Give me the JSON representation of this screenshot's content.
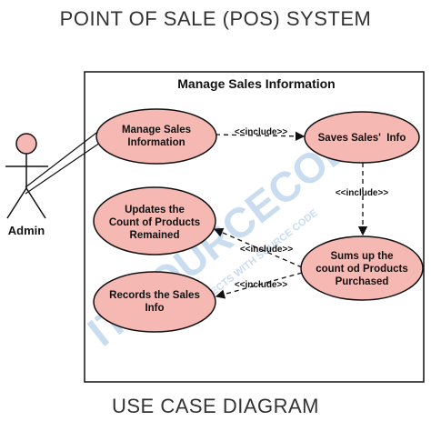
{
  "title": "POINT OF SALE (POS) SYSTEM",
  "footer": "USE CASE DIAGRAM",
  "system_boundary": {
    "label": "Manage Sales Information"
  },
  "actor": {
    "name": "Admin"
  },
  "use_cases": {
    "manage_sales": [
      "Manage Sales",
      "Information"
    ],
    "saves_sales": [
      "Saves Sales'  Info"
    ],
    "updates_count": [
      "Updates the",
      "Count of Products",
      "Remained"
    ],
    "sums_up": [
      "Sums up the",
      "count od Products",
      "Purchased"
    ],
    "records_sales": [
      "Records the Sales",
      "Info"
    ]
  },
  "relations": {
    "include_1": "<<include>>",
    "include_2": "<<include>>",
    "include_3": "<<include>>",
    "include_4": "<<include>>"
  },
  "watermark": {
    "line1": "IT SOURCECODE",
    "line2": "FREE PROJECTS WITH SOURCE CODE"
  },
  "colors": {
    "use_case_fill": "#f6b8b2",
    "use_case_stroke": "#111111",
    "watermark": "#c9dcf0"
  }
}
